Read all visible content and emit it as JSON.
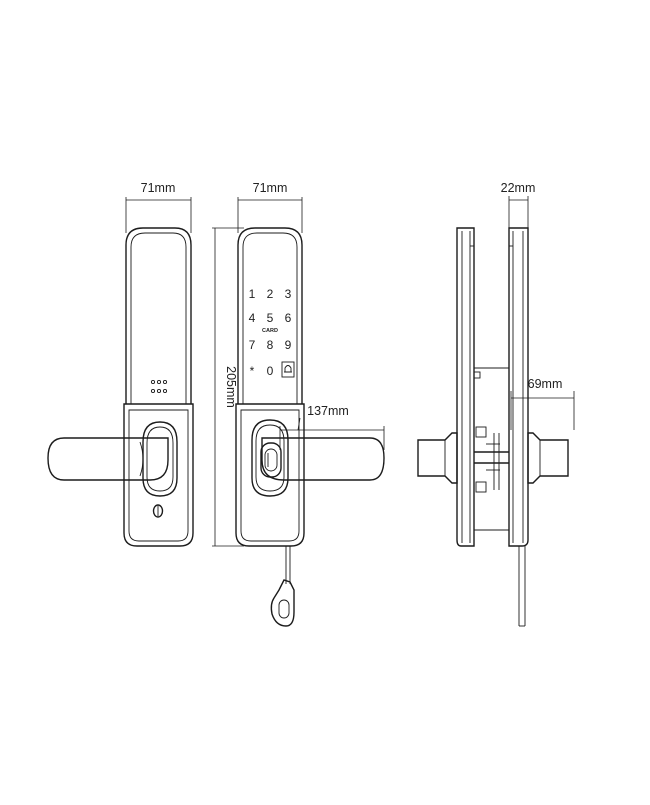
{
  "dimensions": {
    "front_width": "71mm",
    "keypad_width": "71mm",
    "height": "205mm",
    "handle_length": "137mm",
    "side_depth": "22mm",
    "side_handle": "69mm"
  },
  "keypad": {
    "rows": [
      [
        "1",
        "2",
        "3"
      ],
      [
        "4",
        "5",
        "6"
      ],
      [
        "7",
        "8",
        "9"
      ],
      [
        "*",
        "0",
        "bell"
      ]
    ],
    "card_label": "CARD"
  }
}
